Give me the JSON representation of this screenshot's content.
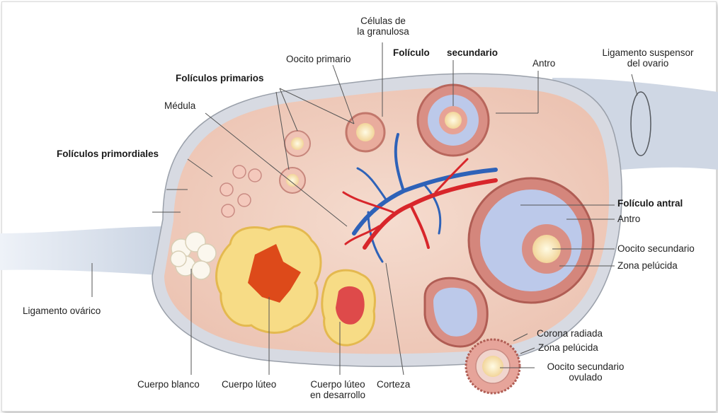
{
  "labels": {
    "granulosa": [
      "Células de",
      "la granulosa"
    ],
    "oocito_primario": "Oocito primario",
    "foliculo": "Folículo",
    "secundario": "secundario",
    "antro_top": "Antro",
    "ligamento_suspensor": [
      "Ligamento suspensor",
      "del ovario"
    ],
    "foliculos_primarios": "Folículos primarios",
    "medula": "Médula",
    "foliculos_primordiales": "Folículos primordiales",
    "foliculo_antral": "Folículo antral",
    "antro_right": "Antro",
    "oocito_secundario": "Oocito secundario",
    "zona_pelucida_1": "Zona pelúcida",
    "ligamento_ovarico": "Ligamento ovárico",
    "corona_radiada": "Corona radiada",
    "zona_pelucida_2": "Zona pelúcida",
    "oocito_ovulado": [
      "Oocito secundario",
      "ovulado"
    ],
    "cuerpo_blanco": "Cuerpo blanco",
    "cuerpo_luteo": "Cuerpo lúteo",
    "cuerpo_luteo_desarrollo": [
      "Cuerpo lúteo",
      "en desarrollo"
    ],
    "corteza": "Corteza"
  },
  "colors": {
    "ovary_fill": "#f3d3c4",
    "cortex_edge": "#c9c4cf",
    "artery": "#d8262b",
    "vein": "#2e62b8",
    "antrum": "#bcc9ea",
    "corpus_luteum": "#f7dc86",
    "corpus_core": "#dd4a1a"
  }
}
